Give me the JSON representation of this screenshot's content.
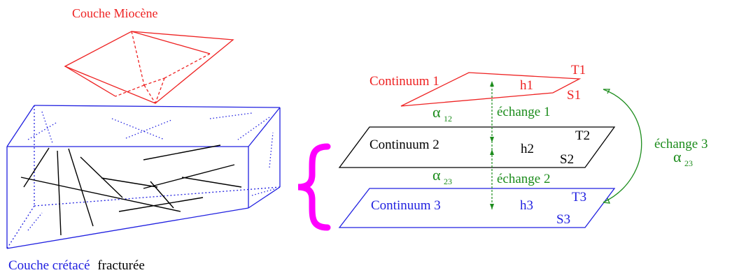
{
  "labels": {
    "top_layer": "Couche Miocène",
    "bottom_layer_colored": "Couche crétacé",
    "bottom_layer_plain": "fracturée",
    "continuum1": "Continuum 1",
    "continuum2": "Continuum 2",
    "continuum3": "Continuum 3",
    "h1": "h1",
    "h2": "h2",
    "h3": "h3",
    "T1": "T1",
    "S1": "S1",
    "T2": "T2",
    "S2": "S2",
    "T3": "T3",
    "S3": "S3",
    "exchange1": "échange 1",
    "exchange2": "échange 2",
    "exchange3": "échange 3",
    "alpha12_symbol": "α",
    "alpha12_sub": "12",
    "alpha23_symbol": "α",
    "alpha23_sub": "23",
    "alpha23b_symbol": "α",
    "alpha23b_sub": "23"
  },
  "colors": {
    "red": "#ee2222",
    "blue": "#2020e0",
    "green": "#1c8c1c",
    "black": "#000000",
    "magenta": "#ff00ff"
  }
}
